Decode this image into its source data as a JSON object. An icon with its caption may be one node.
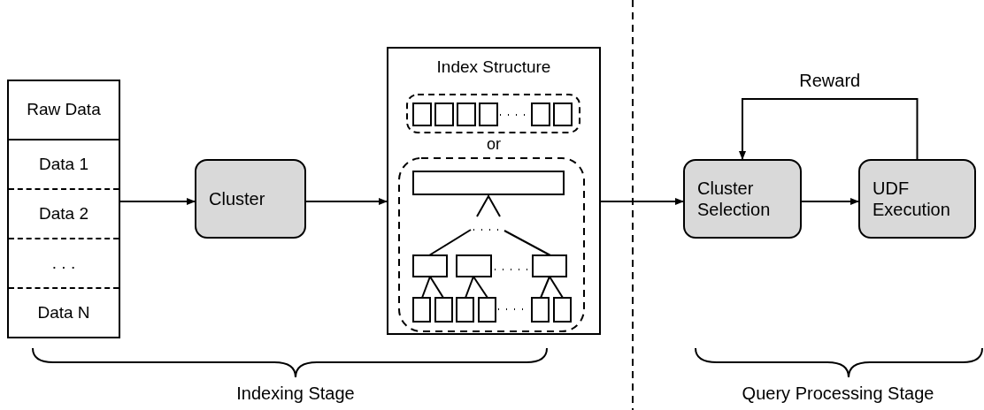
{
  "diagram": {
    "nodes": [
      {
        "text": [
          "Raw Data",
          "Data 1",
          "Data 2",
          ". . .",
          "Data N"
        ]
      },
      {
        "text": [
          "Cluster"
        ]
      },
      {
        "text": [
          "Index Structure",
          "or"
        ]
      },
      {
        "text": [
          "Cluster Selection"
        ]
      },
      {
        "text": [
          "UDF Execution"
        ]
      }
    ],
    "edges": [
      {
        "from": 0,
        "to": 1,
        "arrow": "to"
      },
      {
        "from": 1,
        "to": 2,
        "arrow": "to"
      },
      {
        "from": 2,
        "to": 3,
        "arrow": "to"
      },
      {
        "from": 3,
        "to": 4,
        "arrow": "to"
      },
      {
        "from": 4,
        "to": 3,
        "arrow": "to",
        "label": "Reward"
      }
    ],
    "labels": [
      "Indexing Stage",
      "Query Processing Stage"
    ]
  }
}
